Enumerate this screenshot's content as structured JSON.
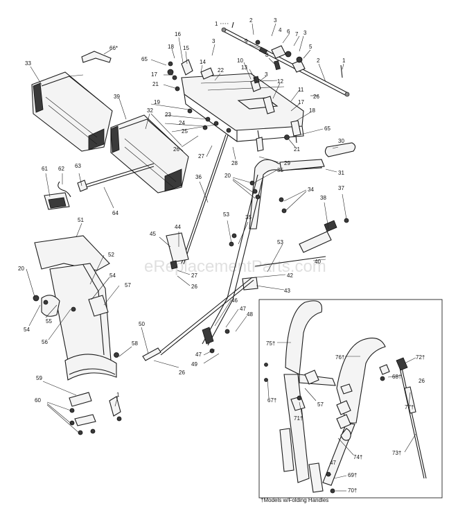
{
  "diagram": {
    "watermark": "eReplacementParts.com",
    "inset_note": "†Models w/Folding Handles",
    "callouts": {
      "c1a": "1",
      "c2a": "2",
      "c3a": "3",
      "c4": "4",
      "c6": "6",
      "c7": "7",
      "c3b": "3",
      "c5": "5",
      "c9": "9",
      "c8": "8",
      "c2b": "2",
      "c1b": "1",
      "c26a": "26",
      "c66": "66*",
      "c65a": "65",
      "c18a": "18",
      "c16": "16",
      "c15": "15",
      "c3c": "3",
      "c14": "14",
      "c17a": "17",
      "c22": "22",
      "c10": "10",
      "c13": "13",
      "c3d": "3",
      "c21a": "21",
      "c12": "12",
      "c11": "11",
      "c17b": "17",
      "c18b": "18",
      "c65b": "65",
      "c21b": "21",
      "c33": "33",
      "c39": "39",
      "c32": "32",
      "c19": "19",
      "c23": "23",
      "c24": "24",
      "c25": "25",
      "c26b": "26",
      "c27a": "27",
      "c28": "28",
      "c29": "29",
      "c30": "30",
      "c31": "31",
      "c20a": "20",
      "c35a": "35",
      "c34": "34",
      "c37": "37",
      "c38": "38",
      "c61": "61",
      "c62": "62",
      "c63": "63",
      "c64": "64",
      "c36": "36",
      "c51": "51",
      "c53a": "53",
      "c35b": "35",
      "c45": "45",
      "c44": "44",
      "c53b": "53",
      "c40": "40",
      "c42": "42",
      "c27b": "27",
      "c26c": "26",
      "c43": "43",
      "c52": "52",
      "c20b": "20",
      "c54a": "54",
      "c57a": "57",
      "c55": "55",
      "c54b": "54",
      "c56": "56",
      "c46": "46",
      "c47a": "47",
      "c48": "48",
      "c50": "50",
      "c58": "58",
      "c47b": "47",
      "c49": "49",
      "c26d": "26",
      "c59": "59",
      "c60": "60",
      "c1c": "1",
      "c75": "75†",
      "c76": "76†",
      "c72": "72†",
      "c68": "68†",
      "c26e": "26",
      "c67": "67†",
      "c71": "71†",
      "c57b": "57",
      "c77": "77†",
      "c74": "74†",
      "c73": "73†",
      "c47c": "47",
      "c69": "69†",
      "c70": "70†"
    }
  }
}
